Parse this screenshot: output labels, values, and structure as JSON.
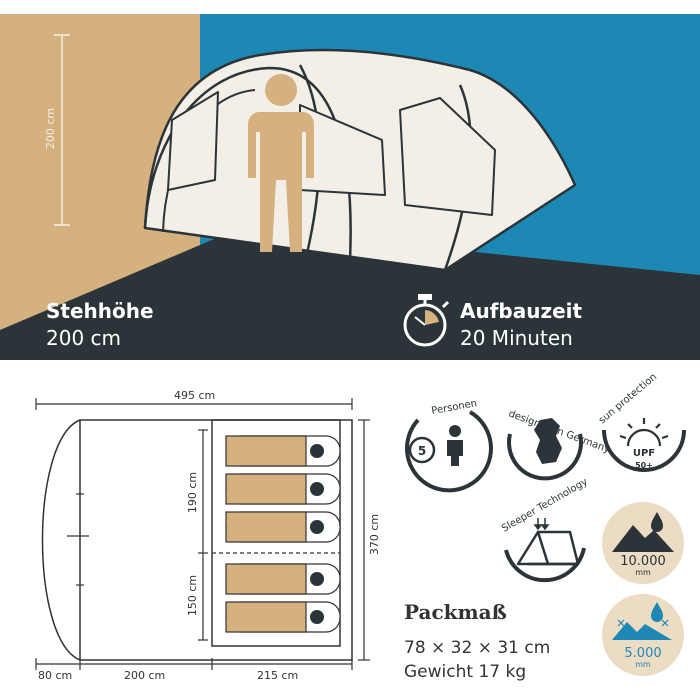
{
  "hero": {
    "height_dim_label": "200 cm",
    "standing_height_title": "Stehhöhe",
    "standing_height_value": "200 cm",
    "setup_time_title": "Aufbauzeit",
    "setup_time_value": "20 Minuten"
  },
  "floorplan": {
    "total_length_label": "495 cm",
    "width_label": "370 cm",
    "cabin_length_label": "190 cm",
    "cabin2_length_label": "150 cm",
    "vestibule_label": "80 cm",
    "living_label": "200 cm",
    "sleeping_label": "215 cm"
  },
  "badges": {
    "persons_label": "Personen",
    "persons_count": "5",
    "germany_label": "designed in Germany",
    "sun_label": "sun protection",
    "upf_value": "UPF",
    "upf_rating": "50+",
    "sleeper_label": "Sleeper Technology",
    "water_column_floor_value": "10.000",
    "water_column_floor_unit": "mm",
    "water_column_fly_value": "5.000",
    "water_column_fly_unit": "mm"
  },
  "pack": {
    "title": "Packmaß",
    "dimensions": "78 × 32 × 31 cm",
    "weight": "Gewicht 17 kg"
  },
  "colors": {
    "sand": "#d4b17e",
    "teal": "#1e88b5",
    "dark": "#2b3438",
    "tent": "#f3efe7",
    "outline": "#2b3438"
  }
}
